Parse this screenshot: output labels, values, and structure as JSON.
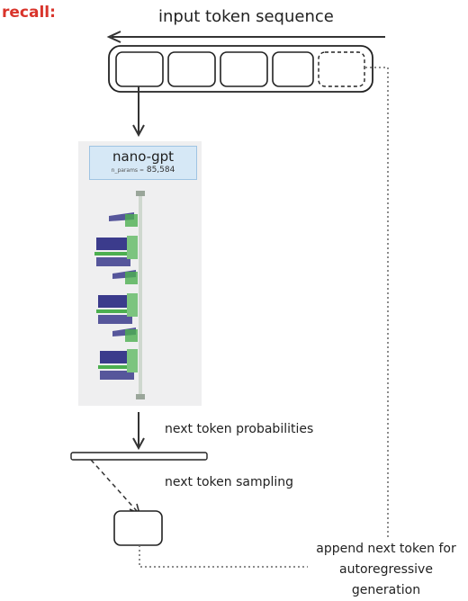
{
  "recall_label": "recall:",
  "input_title": "input token sequence",
  "model": {
    "name": "nano-gpt",
    "params_label": "n_params =",
    "params_value": "85,584"
  },
  "probabilities_label": "next token probabilities",
  "sampling_label": "next token sampling",
  "append_lines": [
    "append next token for",
    "autoregressive",
    "generation"
  ],
  "colors": {
    "recall": "#d9342b",
    "arrow": "#333333",
    "block_purple": "#3b3b8c",
    "block_green": "#4caf50",
    "panel": "#efeff0",
    "badge": "#d6e8f6"
  }
}
